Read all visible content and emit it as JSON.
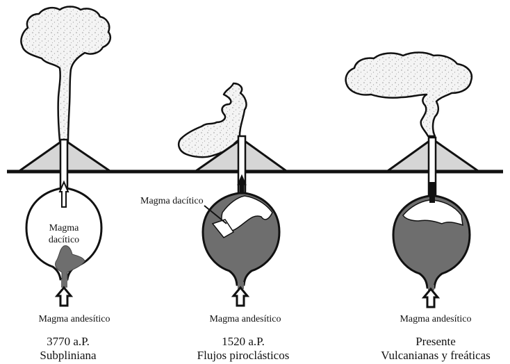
{
  "colors": {
    "line": "#111111",
    "cone_fill": "#d6d6d6",
    "andesitic_magma": "#6e6e6e",
    "dacitic_magma": "#ffffff",
    "plume_fill": "#f4f4f4",
    "plume_speckle": "#9a9a9a"
  },
  "stages": [
    {
      "magma_inside_label": [
        "Magma",
        "dacítico"
      ],
      "feeder_label": "Magma andesítico",
      "date": "3770 a.P.",
      "eruption_type": "Subpliniana"
    },
    {
      "magma_side_label": "Magma dacítico",
      "feeder_label": "Magma andesítico",
      "date": "1520 a.P.",
      "eruption_type": "Flujos piroclásticos"
    },
    {
      "feeder_label": "Magma andesítico",
      "date": "Presente",
      "eruption_type": "Vulcanianas y freáticas"
    }
  ]
}
